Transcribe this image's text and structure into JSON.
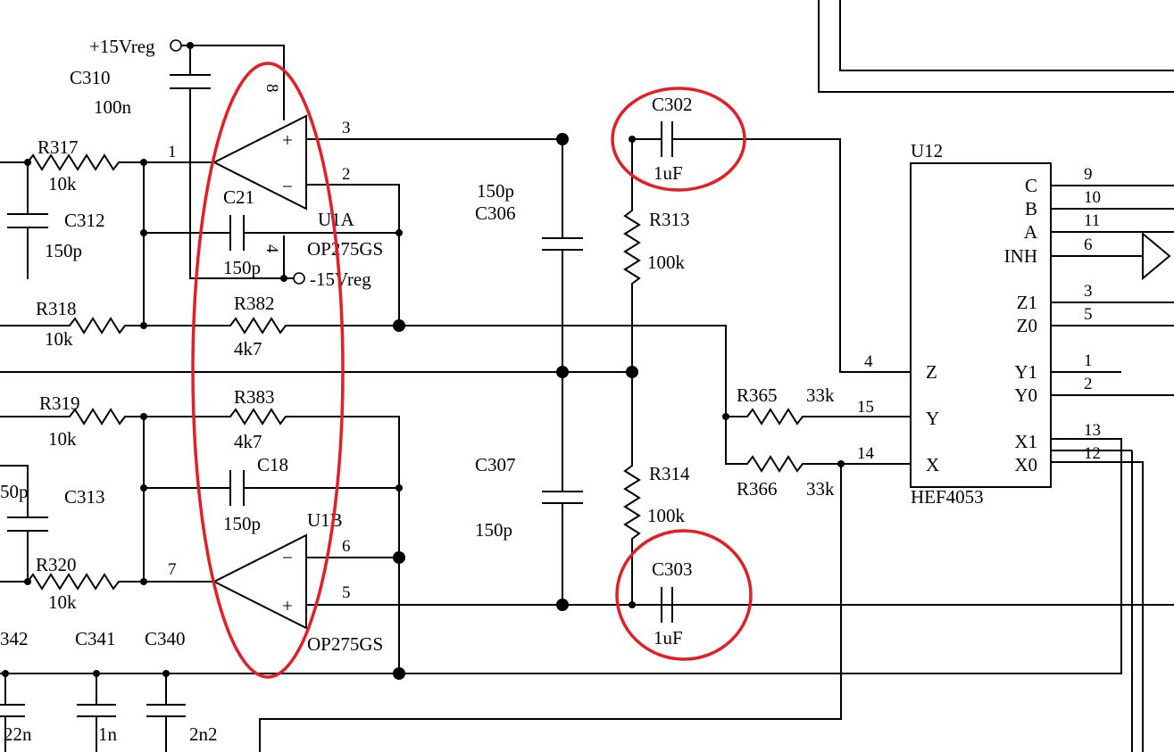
{
  "power": {
    "pos": "+15Vreg",
    "neg": "-15Vreg"
  },
  "u1a": {
    "ref": "U1A",
    "part": "OP275GS",
    "pin_in_pos": "3",
    "pin_in_neg": "2",
    "pin_out": "1",
    "pin_vcc": "8",
    "pin_vee": "4",
    "plus": "+",
    "minus": "−"
  },
  "u1b": {
    "ref": "U1B",
    "part": "OP275GS",
    "pin_in_neg": "6",
    "pin_in_pos": "5",
    "pin_out": "7",
    "plus": "+",
    "minus": "−"
  },
  "parts": {
    "c310": {
      "ref": "C310",
      "val": "100n"
    },
    "r317": {
      "ref": "R317",
      "val": "10k"
    },
    "c312": {
      "ref": "C312",
      "val": "150p"
    },
    "c21": {
      "ref": "C21",
      "val": "150p"
    },
    "r318": {
      "ref": "R318",
      "val": "10k"
    },
    "r382": {
      "ref": "R382",
      "val": "4k7"
    },
    "r319": {
      "ref": "R319",
      "val": "10k"
    },
    "r383": {
      "ref": "R383",
      "val": "4k7"
    },
    "c18": {
      "ref": "C18",
      "val": "150p"
    },
    "c313": {
      "ref": "C313",
      "val": "50p"
    },
    "r320": {
      "ref": "R320",
      "val": "10k"
    },
    "c342": {
      "ref": "342",
      "val": "22n"
    },
    "c341": {
      "ref": "C341",
      "val": "1n"
    },
    "c340": {
      "ref": "C340",
      "val": "2n2"
    },
    "c306": {
      "ref": "C306",
      "val": "150p"
    },
    "c307": {
      "ref": "C307",
      "val": "150p"
    },
    "c302": {
      "ref": "C302",
      "val": "1uF"
    },
    "c303": {
      "ref": "C303",
      "val": "1uF"
    },
    "r313": {
      "ref": "R313",
      "val": "100k"
    },
    "r314": {
      "ref": "R314",
      "val": "100k"
    },
    "r365": {
      "ref": "R365",
      "val": "33k"
    },
    "r366": {
      "ref": "R366",
      "val": "33k"
    }
  },
  "u12": {
    "ref": "U12",
    "part": "HEF4053",
    "left_pins": [
      {
        "name": "Z",
        "num": "4"
      },
      {
        "name": "Y",
        "num": "15"
      },
      {
        "name": "X",
        "num": "14"
      }
    ],
    "right_pins": [
      {
        "name": "C",
        "num": "9"
      },
      {
        "name": "B",
        "num": "10"
      },
      {
        "name": "A",
        "num": "11"
      },
      {
        "name": "INH",
        "num": "6"
      },
      {
        "name": "Z1",
        "num": "3"
      },
      {
        "name": "Z0",
        "num": "5"
      },
      {
        "name": "Y1",
        "num": "1"
      },
      {
        "name": "Y0",
        "num": "2"
      },
      {
        "name": "X1",
        "num": "13"
      },
      {
        "name": "X0",
        "num": "12"
      }
    ]
  }
}
